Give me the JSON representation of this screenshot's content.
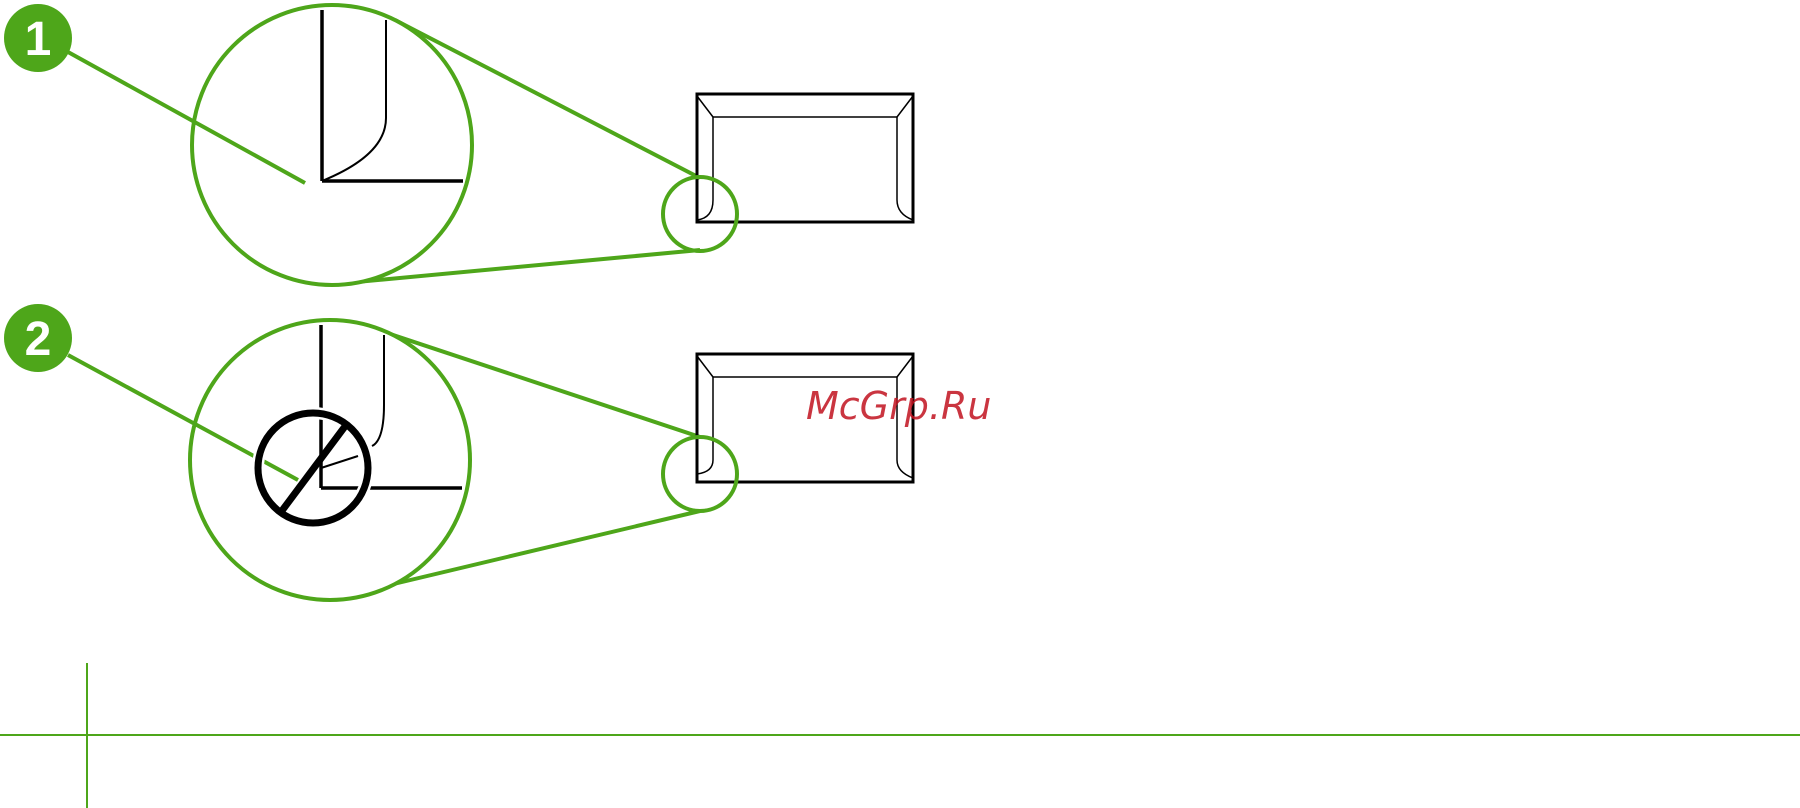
{
  "callouts": [
    {
      "number": "1"
    },
    {
      "number": "2"
    }
  ],
  "watermark": "McGrp.Ru",
  "colors": {
    "accent_green": "#4ea61a",
    "line_black": "#000000",
    "watermark_red": "#c1121f",
    "background": "#ffffff"
  },
  "icons": {
    "prohibited": "prohibited-icon"
  }
}
